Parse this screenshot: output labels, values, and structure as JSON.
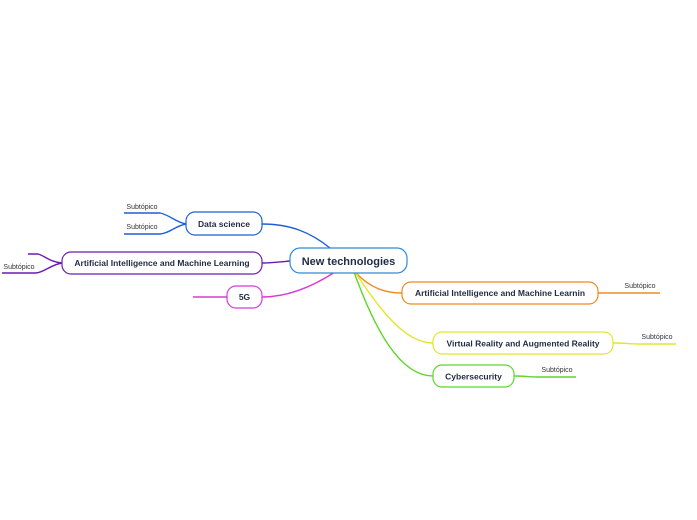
{
  "central": {
    "label": "New technologies",
    "color": "#2d8ad6"
  },
  "branches": [
    {
      "id": "data-science",
      "label": "Data science",
      "color": "#1f5fd6",
      "subtopics": [
        "Subtópico",
        "Subtópico"
      ]
    },
    {
      "id": "ai-ml-left",
      "label": "Artificial Intelligence and Machine Learning",
      "color": "#6a1bb3",
      "subtopics": [
        "Subtópico"
      ]
    },
    {
      "id": "5g",
      "label": "5G",
      "color": "#d63bd6",
      "subtopics": [
        ""
      ]
    },
    {
      "id": "ai-ml-right",
      "label": "Artificial Intelligence and Machine Learnin",
      "color": "#f08a1c",
      "subtopics": [
        "Subtópico"
      ]
    },
    {
      "id": "vr-ar",
      "label": "Virtual Reality and Augmented Reality",
      "color": "#e3e62a",
      "subtopics": [
        "Subtópico"
      ]
    },
    {
      "id": "cybersecurity",
      "label": "Cybersecurity",
      "color": "#5ed62a",
      "subtopics": [
        "Subtópico"
      ]
    }
  ]
}
